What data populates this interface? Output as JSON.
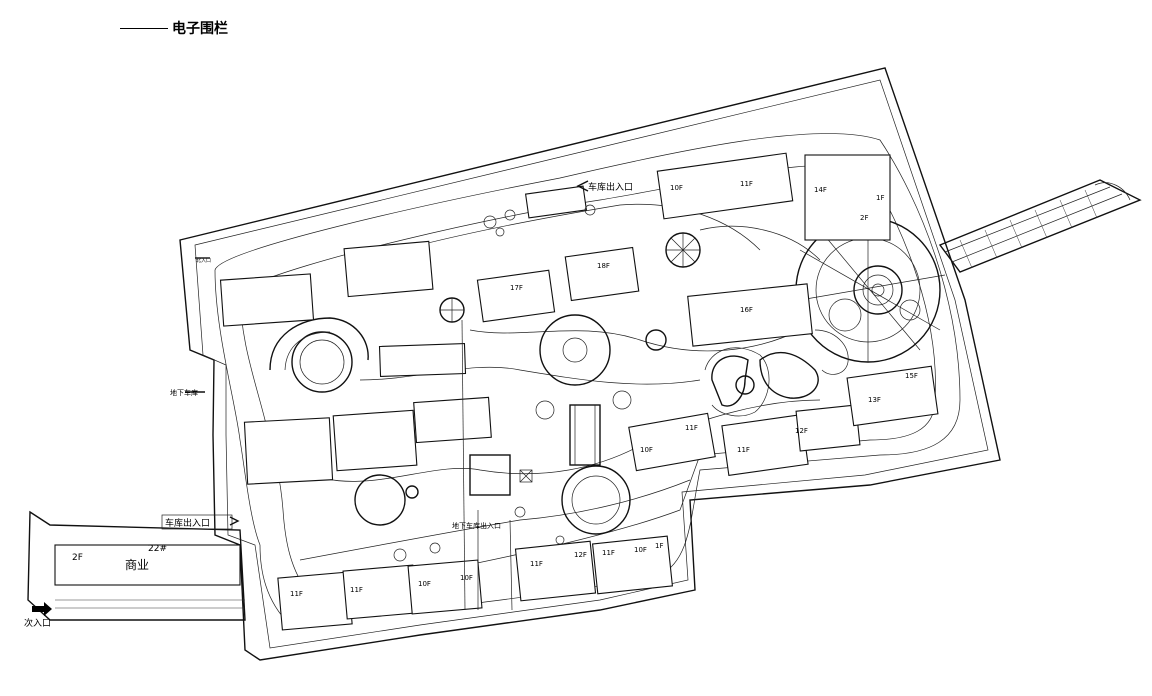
{
  "legend": {
    "fence_label": "电子围栏"
  },
  "labels": {
    "vehicle_entrance_top": "车库出入口",
    "vehicle_entrance_left": "车库出入口",
    "vehicle_entrance_bottom": "地下车库出入口",
    "underground_label": "地下车库",
    "commercial": "商业",
    "commercial_floors": "2F",
    "commercial_number": "22#",
    "secondary_entrance": "次入口",
    "north_gate": "北入口"
  },
  "floor_tags": [
    "10F",
    "11F",
    "14F",
    "2F",
    "1F",
    "18F",
    "17F",
    "16F",
    "15F",
    "13F",
    "12F",
    "11F",
    "10F",
    "11F",
    "11F",
    "11F",
    "10F",
    "10F",
    "11F",
    "12F",
    "11F",
    "10F",
    "1F"
  ]
}
